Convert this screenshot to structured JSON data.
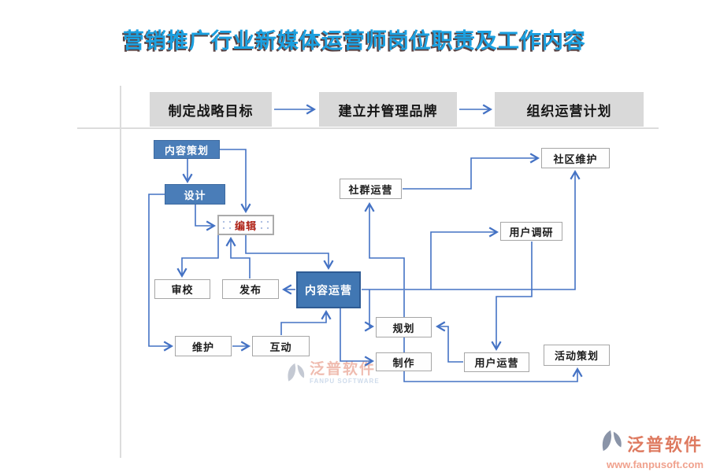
{
  "title": "营销推广行业新媒体运营师岗位职责及工作内容",
  "colors": {
    "title_text": "#1BA0E0",
    "connector_blue": "#4472C4",
    "node_blue_fill": "#4A7DB8",
    "hub_blue_fill": "#4177B3",
    "gray_step_fill": "#D9D9D9",
    "edit_text_red": "#B02418",
    "divider_gray": "#DCDCDC",
    "watermark_salmon": "#DE7A60"
  },
  "top_steps": {
    "step1": "制定战略目标",
    "step2": "建立并管理品牌",
    "step3": "组织运营计划"
  },
  "flow": {
    "content_planning": "内容策划",
    "design": "设计",
    "edit": "编辑",
    "review": "审校",
    "publish": "发布",
    "content_ops": "内容运营",
    "maintain": "维护",
    "interact": "互动",
    "group_ops": "社群运营",
    "community_maintain": "社区维护",
    "user_research": "用户调研",
    "planning": "规划",
    "production": "制作",
    "user_ops": "用户运营",
    "activity_planning": "活动策划"
  },
  "watermark_center": {
    "name": "泛普软件",
    "sub": "FANPU SOFTWARE"
  },
  "watermark_corner": {
    "name": "泛普软件",
    "url": "www.fanpusoft.com"
  }
}
